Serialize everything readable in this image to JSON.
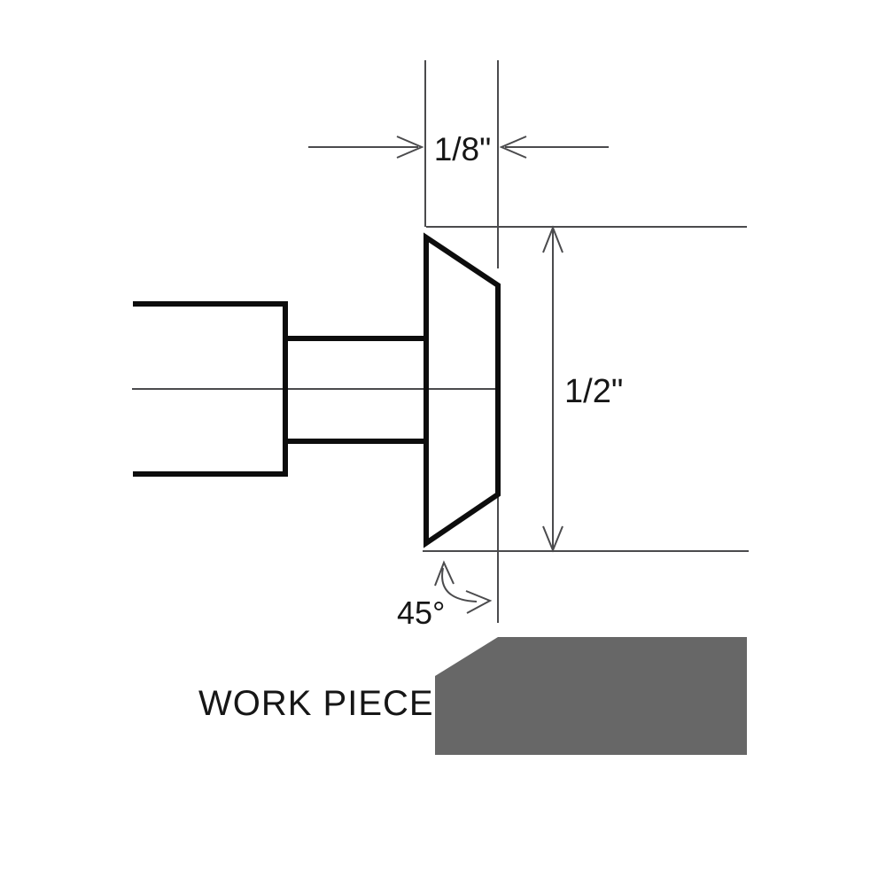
{
  "diagram": {
    "labels": {
      "width": "1/8\"",
      "height": "1/2\"",
      "angle": "45°",
      "workpiece": "WORK PIECE"
    },
    "colors": {
      "dimension_line": "#4b4b4d",
      "tool_outline": "#0d0d0d",
      "workpiece_fill": "#676767",
      "label_text": "#161616",
      "background": "#ffffff"
    }
  }
}
